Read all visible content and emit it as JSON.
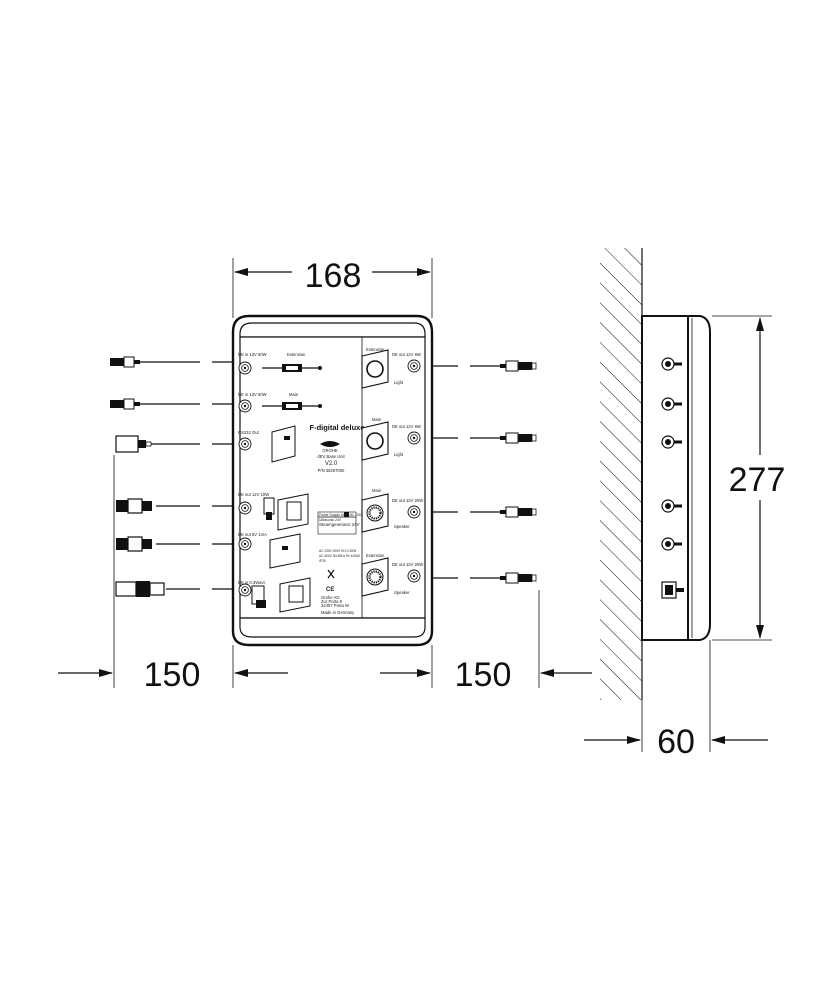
{
  "dimensions": {
    "width": "168",
    "left_cable": "150",
    "right_cable": "150",
    "height": "277",
    "depth": "60"
  },
  "panel": {
    "brand": "F-digital deluxe",
    "logo_text": "GROHE",
    "base_unit": "dEV Base Unit",
    "version": "V2.0",
    "part_no": "P/N 36287000",
    "left_labels": [
      "DE in 12V 60W",
      "DE in 12V 60W",
      "RS232 Out",
      "DE out 12V 10W",
      "DE out 5V 1mA",
      "DE in 0.3Wavc"
    ],
    "center_labels": [
      "Extension",
      "Main"
    ],
    "right_top_labels": [
      "Extension",
      "Main",
      "Main",
      "Extension"
    ],
    "right_side_labels": [
      "DE out 12V 6W",
      "DE out 12V 6W",
      "DE out 12V 20W",
      "DE out 12V 20W"
    ],
    "right_bottom_labels": [
      "Light",
      "Light",
      "Speaker",
      "Speaker"
    ],
    "supply_lines": [
      "Power Supply Unit 100 - 240V",
      "Ultrasonic 24V",
      "Steamgenerator 24V",
      "AC 230V   200V HO  0.3KW",
      "AC 400V 3N 50Hz Pe  6.0kW",
      "IP25"
    ],
    "footer_lines": [
      "Grohe AG",
      "Zur Porta 9",
      "32457 Porta W",
      "Made in Germany"
    ]
  }
}
